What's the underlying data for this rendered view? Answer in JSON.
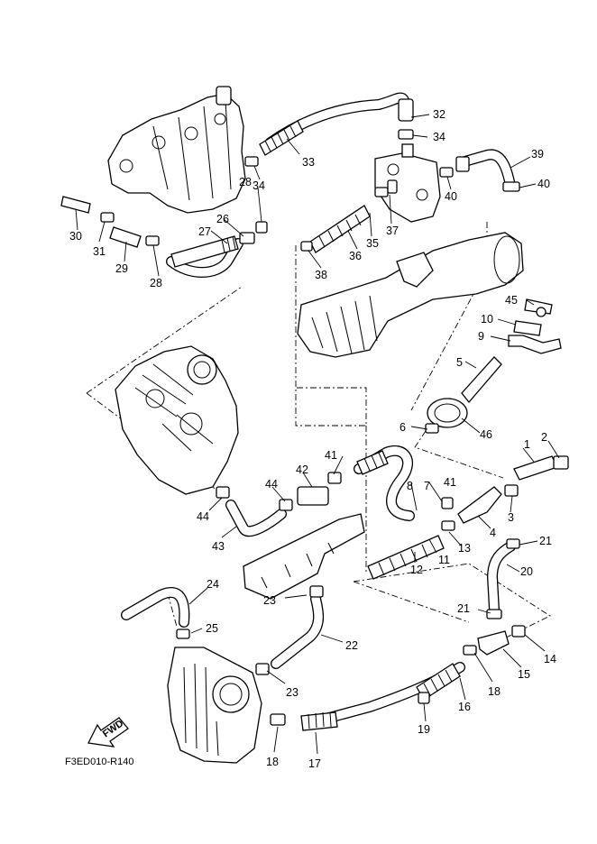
{
  "diagram": {
    "code": "F3ED010-R140",
    "fwd_label": "FWD",
    "labels": {
      "1": "1",
      "2": "2",
      "3": "3",
      "4": "4",
      "5": "5",
      "6": "6",
      "7": "7",
      "8": "8",
      "9": "9",
      "10": "10",
      "11": "11",
      "12": "12",
      "13": "13",
      "14": "14",
      "15": "15",
      "16": "16",
      "17": "17",
      "18": "18",
      "19": "19",
      "20": "20",
      "21": "21",
      "22": "22",
      "23": "23",
      "24": "24",
      "25": "25",
      "26": "26",
      "27": "27",
      "28": "28",
      "29": "29",
      "30": "30",
      "31": "31",
      "32": "32",
      "33": "33",
      "34": "34",
      "35": "35",
      "36": "36",
      "37": "37",
      "38": "38",
      "39": "39",
      "40": "40",
      "41": "41",
      "42": "42",
      "43": "43",
      "44": "44",
      "45": "45",
      "46": "46"
    }
  }
}
